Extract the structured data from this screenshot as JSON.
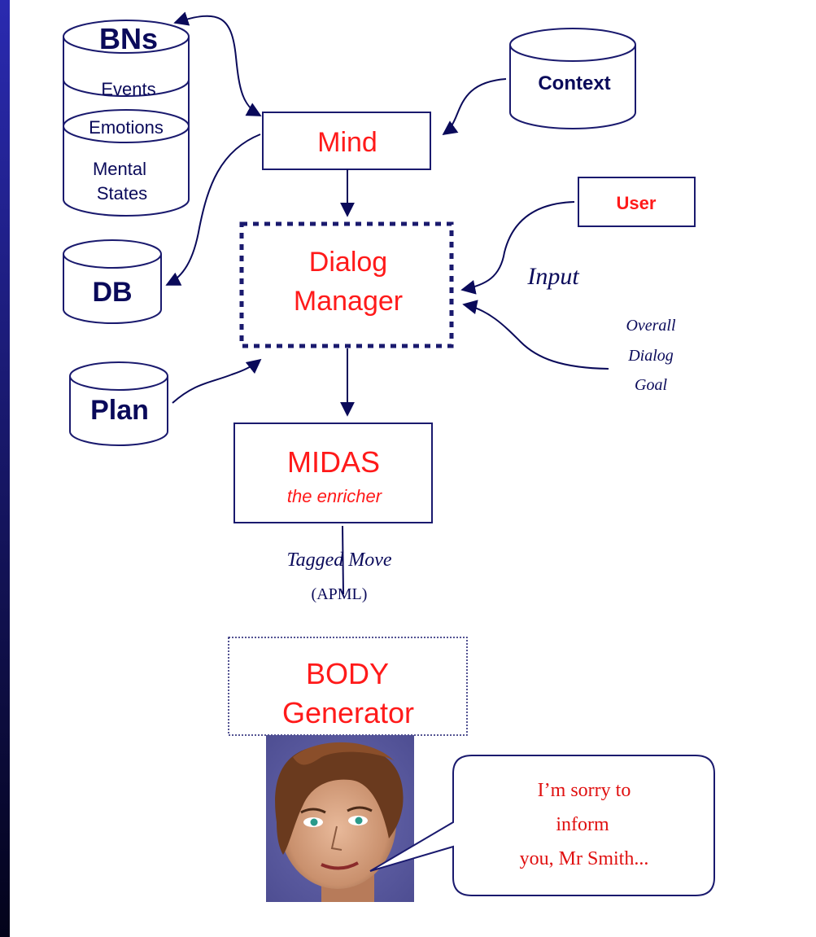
{
  "colors": {
    "frame_top": "#2a2ab0",
    "frame_bottom": "#03031a",
    "box_stroke": "#1a1a6e",
    "text_navy": "#0a0a5a",
    "text_red": "#ff1a1a",
    "arrow": "#0a0a5a",
    "speech_text": "#e01010"
  },
  "stores": {
    "bns": "BNs",
    "events": "Events",
    "emotions": "Emotions",
    "mental_line1": "Mental",
    "mental_line2": "States",
    "db": "DB",
    "plan": "Plan",
    "context": "Context"
  },
  "boxes": {
    "mind": "Mind",
    "user": "User",
    "dialog_line1": "Dialog",
    "dialog_line2": "Manager",
    "midas_title": "MIDAS",
    "midas_subtitle": "the enricher",
    "body_line1": "BODY",
    "body_line2": "Generator"
  },
  "labels": {
    "input": "Input",
    "goal_line1": "Overall",
    "goal_line2": "Dialog",
    "goal_line3": "Goal",
    "tagged_move": "Tagged Move",
    "apml": "(APML)"
  },
  "speech": {
    "line1": "I’m sorry to",
    "line2": "inform",
    "line3": "you, Mr Smith..."
  },
  "icons": {
    "avatar": "agent-face-avatar"
  }
}
